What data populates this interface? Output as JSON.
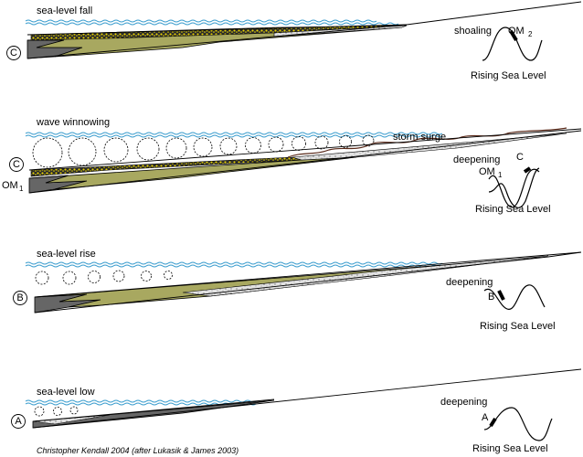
{
  "panels": [
    {
      "id": "C-top",
      "letter": "C",
      "title": "sea-level fall",
      "curve_labels": [
        "shoaling",
        "OM",
        "2"
      ],
      "curve_caption": "Rising Sea Level"
    },
    {
      "id": "C-mid",
      "letter": "C",
      "title": "wave winnowing",
      "callout": "storm surge",
      "side_label_main": "OM",
      "side_label_sub": "1",
      "curve_labels": [
        "deepening",
        "OM",
        "1",
        "C"
      ],
      "curve_caption": "Rising Sea Level"
    },
    {
      "id": "B",
      "letter": "B",
      "title": "sea-level rise",
      "curve_labels": [
        "deepening",
        "B"
      ],
      "curve_caption": "Rising Sea Level"
    },
    {
      "id": "A",
      "letter": "A",
      "title": "sea-level low",
      "curve_labels": [
        "deepening",
        "A"
      ],
      "curve_caption": "Rising Sea Level"
    }
  ],
  "credit": "Christopher Kendall 2004 (after Lukasik & James 2003)",
  "colors": {
    "sea": "#3399cc",
    "dark_facies": "#666666",
    "olive_facies": "#a8a860",
    "grainstone_facies": "#d9d9d9",
    "oolite_yellow": "#e8d200"
  }
}
